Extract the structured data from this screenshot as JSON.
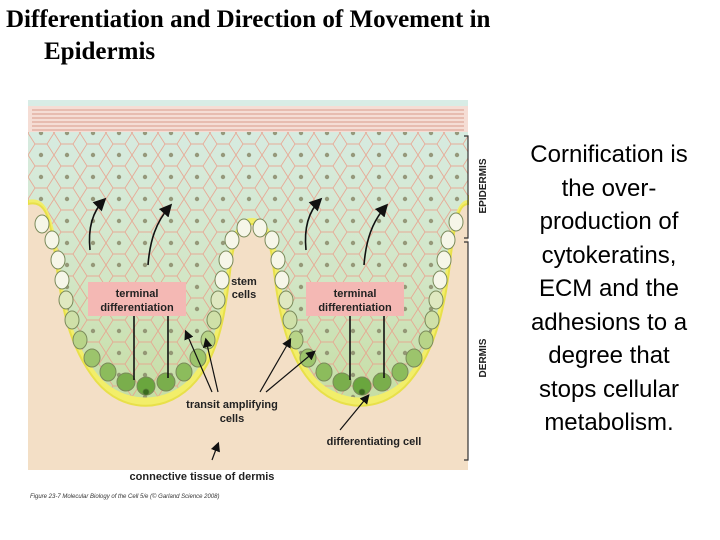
{
  "slide": {
    "title_line1": "Differentiation and Direction of Movement in",
    "title_line2": "Epidermis",
    "side_text": "Cornification is the over-production of cytokeratins, ECM and the adhesions to a degree that stops cellular metabolism."
  },
  "figure": {
    "labels": {
      "epidermis": "EPIDERMIS",
      "dermis": "DERMIS",
      "terminal_left_1": "terminal",
      "terminal_left_2": "differentiation",
      "terminal_right_1": "terminal",
      "terminal_right_2": "differentiation",
      "stem_1": "stem",
      "stem_2": "cells",
      "transit_1": "transit amplifying",
      "transit_2": "cells",
      "differentiating": "differentiating cell",
      "connective": "connective tissue of dermis",
      "caption": "Figure 23-7  Molecular Biology of the Cell 5/e (© Garland Science 2008)"
    },
    "colors": {
      "dermis": "#f3dfc6",
      "epidermis_top": "#d8ece6",
      "epidermis_bottom": "#c9dfa6",
      "basal_layer": "#f2ee6a",
      "cell_lines": "#e9a08c",
      "label_box": "#f4b8b4",
      "stratum_corneum": "#f5ddd5"
    }
  }
}
